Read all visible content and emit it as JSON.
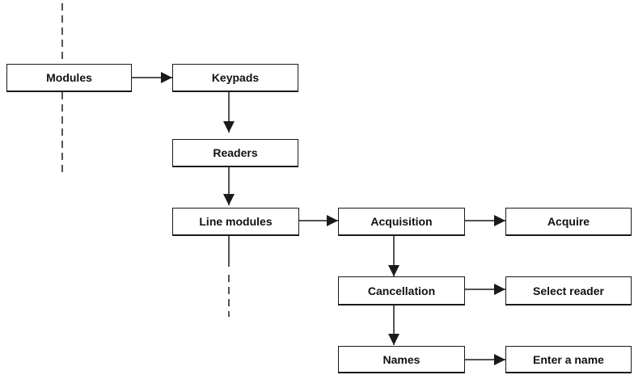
{
  "diagram": {
    "nodes": {
      "modules": "Modules",
      "keypads": "Keypads",
      "readers": "Readers",
      "line_modules": "Line modules",
      "acquisition": "Acquisition",
      "acquire": "Acquire",
      "cancellation": "Cancellation",
      "select_reader": "Select reader",
      "names": "Names",
      "enter_name": "Enter a name"
    },
    "colors": {
      "line": "#1a1a1a",
      "background": "#ffffff"
    }
  }
}
